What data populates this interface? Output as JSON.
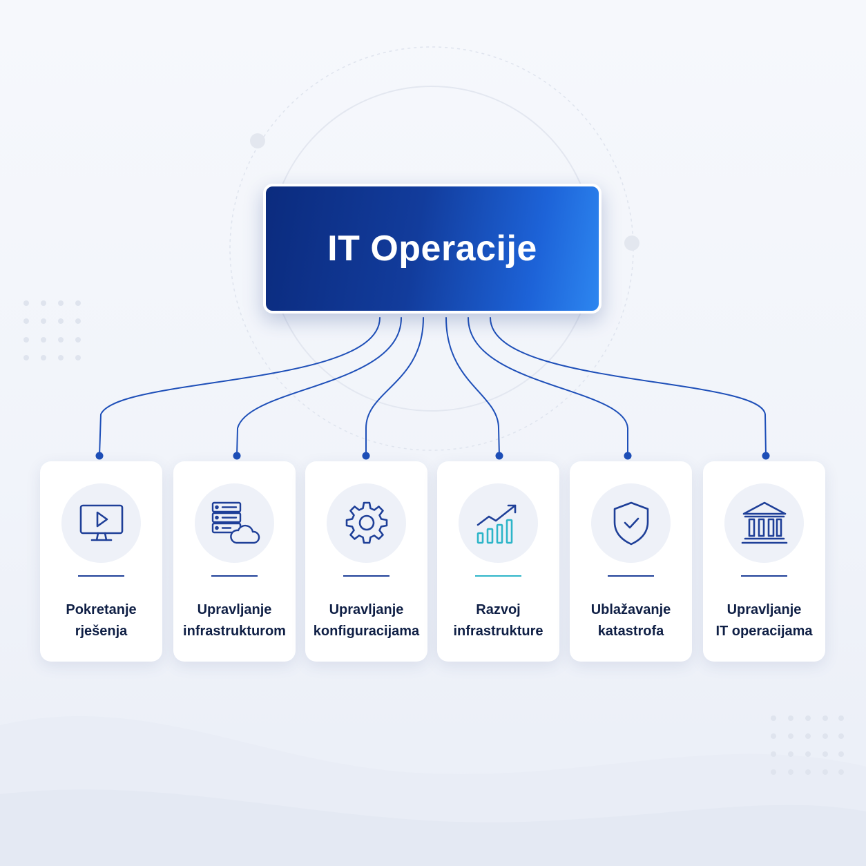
{
  "root": {
    "title": "IT Operacije"
  },
  "cards": [
    {
      "lines": [
        "Pokretanje",
        "rješenja"
      ],
      "icon": "monitor-play-icon"
    },
    {
      "lines": [
        "Upravljanje",
        "infrastrukturom"
      ],
      "icon": "server-cloud-icon"
    },
    {
      "lines": [
        "Upravljanje",
        "konfiguracijama"
      ],
      "icon": "gear-icon"
    },
    {
      "lines": [
        "Razvoj",
        "infrastrukture"
      ],
      "icon": "growth-chart-icon"
    },
    {
      "lines": [
        "Ublažavanje",
        "katastrofa"
      ],
      "icon": "shield-check-icon"
    },
    {
      "lines": [
        "Upravljanje",
        "IT operacijama"
      ],
      "icon": "bank-building-icon"
    }
  ],
  "colors": {
    "root_gradient_start": "#0b2b7e",
    "root_gradient_end": "#2d86f0",
    "connector": "#1e4fb8",
    "icon_stroke": "#1e3f98",
    "accent_teal": "#2db5c8",
    "label_text": "#0f1f45"
  }
}
